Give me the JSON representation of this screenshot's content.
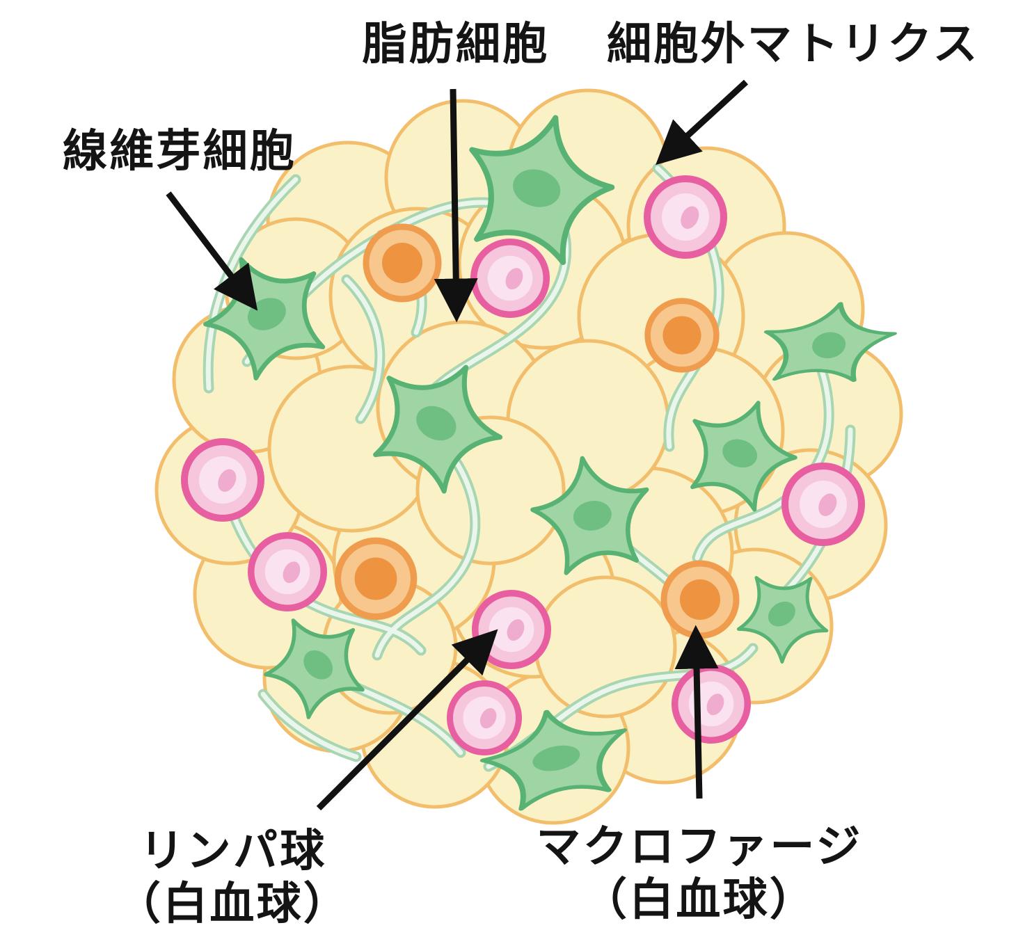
{
  "labels": {
    "adipocyte": "脂肪細胞",
    "ecm": "細胞外マトリクス",
    "fibroblast": "線維芽細胞",
    "lymphocyte": {
      "line1": "リンパ球",
      "line2": "（白血球）"
    },
    "macrophage": {
      "line1": "マクロファージ",
      "line2": "（白血球）"
    }
  },
  "colors": {
    "background": "#FFFFFF",
    "fat_cell_fill": "#FAF2C6",
    "fat_cell_outline": "#F2BE6C",
    "ecm_strand_green": "#A8D5B2",
    "ecm_strand_core": "#EAF5EB",
    "fibroblast_fill": "#9FD4A5",
    "fibroblast_outline": "#58B273",
    "fibroblast_nucleus": "#6FBE82",
    "lymphocyte_ring": "#E75FA0",
    "lymphocyte_fill": "#F6C6DD",
    "lymphocyte_inner": "#FBE2F0",
    "macrophage_ring": "#F09C4E",
    "macrophage_fill": "#F7C78E",
    "macrophage_nucleus": "#EE9340",
    "arrow": "#111111",
    "text": "#141414"
  }
}
